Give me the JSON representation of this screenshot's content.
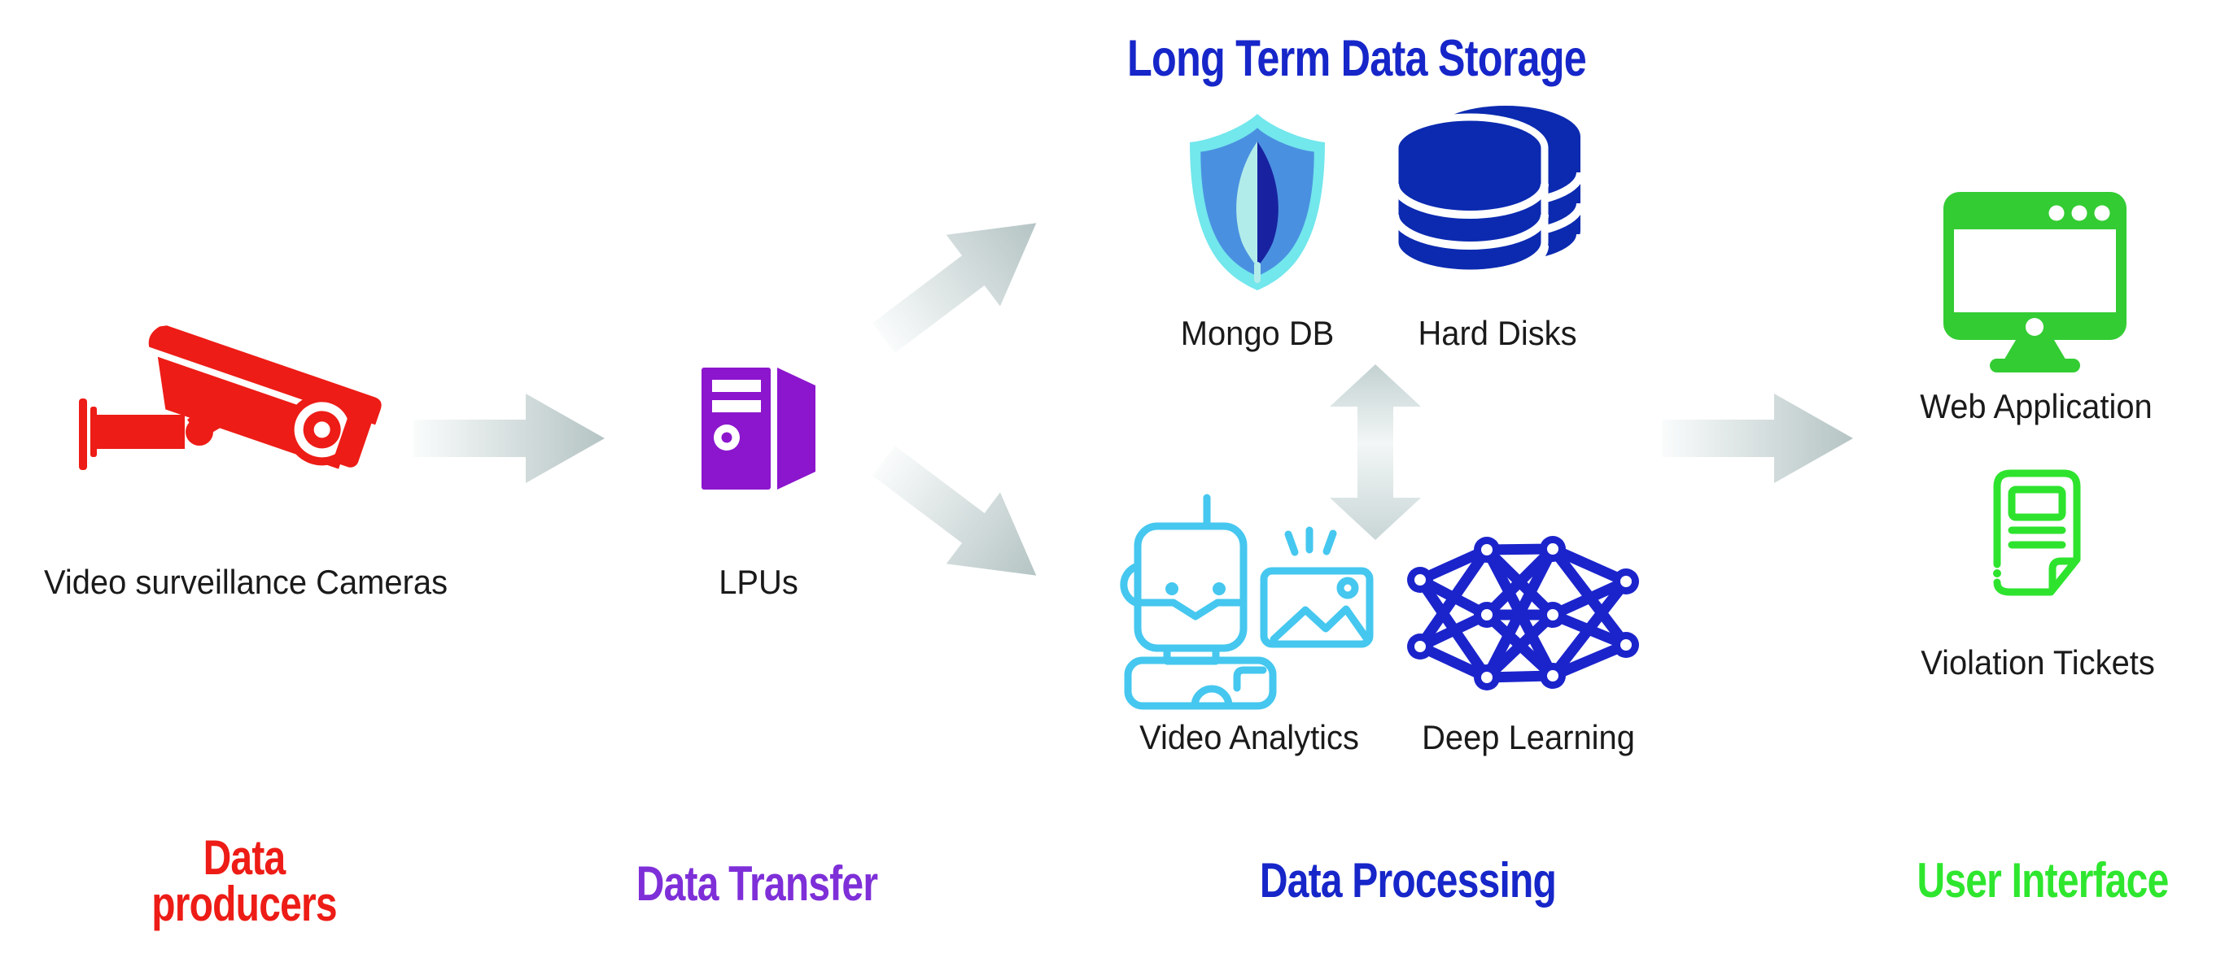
{
  "title": "Long Term Data Storage",
  "nodes": {
    "cameras": {
      "label": "Video surveillance Cameras",
      "icon": "cctv-camera-icon"
    },
    "lpus": {
      "label": "LPUs",
      "icon": "server-tower-icon"
    },
    "mongodb": {
      "label": "Mongo DB",
      "icon": "mongodb-shield-icon"
    },
    "hard_disks": {
      "label": "Hard Disks",
      "icon": "disk-stack-icon"
    },
    "video_analytics": {
      "label": "Video Analytics",
      "icon": "robot-image-icon"
    },
    "deep_learning": {
      "label": "Deep Learning",
      "icon": "neural-network-icon"
    },
    "web_application": {
      "label": "Web Application",
      "icon": "desktop-monitor-icon"
    },
    "violation_tickets": {
      "label": "Violation Tickets",
      "icon": "ticket-document-icon"
    }
  },
  "stage_headings": {
    "producers": {
      "line1": "Data",
      "line2": "producers"
    },
    "transfer": {
      "label": "Data Transfer"
    },
    "processing": {
      "label": "Data Processing"
    },
    "interface": {
      "label": "User Interface"
    }
  },
  "arrows": [
    {
      "from": "cameras",
      "to": "lpus",
      "direction": "right"
    },
    {
      "from": "lpus",
      "to": "long-term-storage",
      "direction": "up-right"
    },
    {
      "from": "lpus",
      "to": "data-processing",
      "direction": "down-right"
    },
    {
      "from": "long-term-storage",
      "to": "data-processing",
      "direction": "bidirectional-vertical"
    },
    {
      "from": "data-processing",
      "to": "user-interface",
      "direction": "right"
    }
  ],
  "colors": {
    "camera-red": "#ed1c16",
    "lpu-purple": "#8c16cd",
    "transfer-violet": "#7e2fd8",
    "storage-blue": "#1626c9",
    "disk-navy": "#0b2ab0",
    "mongo-outer": "#72e7ec",
    "mongo-inner": "#4a90e0",
    "mongo-leaf-light": "#b2ecea",
    "mongo-leaf-dark": "#1822a0",
    "analytics-cyan": "#45c7ef",
    "net-blue": "#1b24cb",
    "app-green": "#33cc33",
    "ticket-green": "#2ee32e",
    "ui-green": "#2ee62e",
    "label-black": "#1a1a1a",
    "arrow-gray-light": "#fafcfc",
    "arrow-gray-dark": "#b5c4c4"
  }
}
